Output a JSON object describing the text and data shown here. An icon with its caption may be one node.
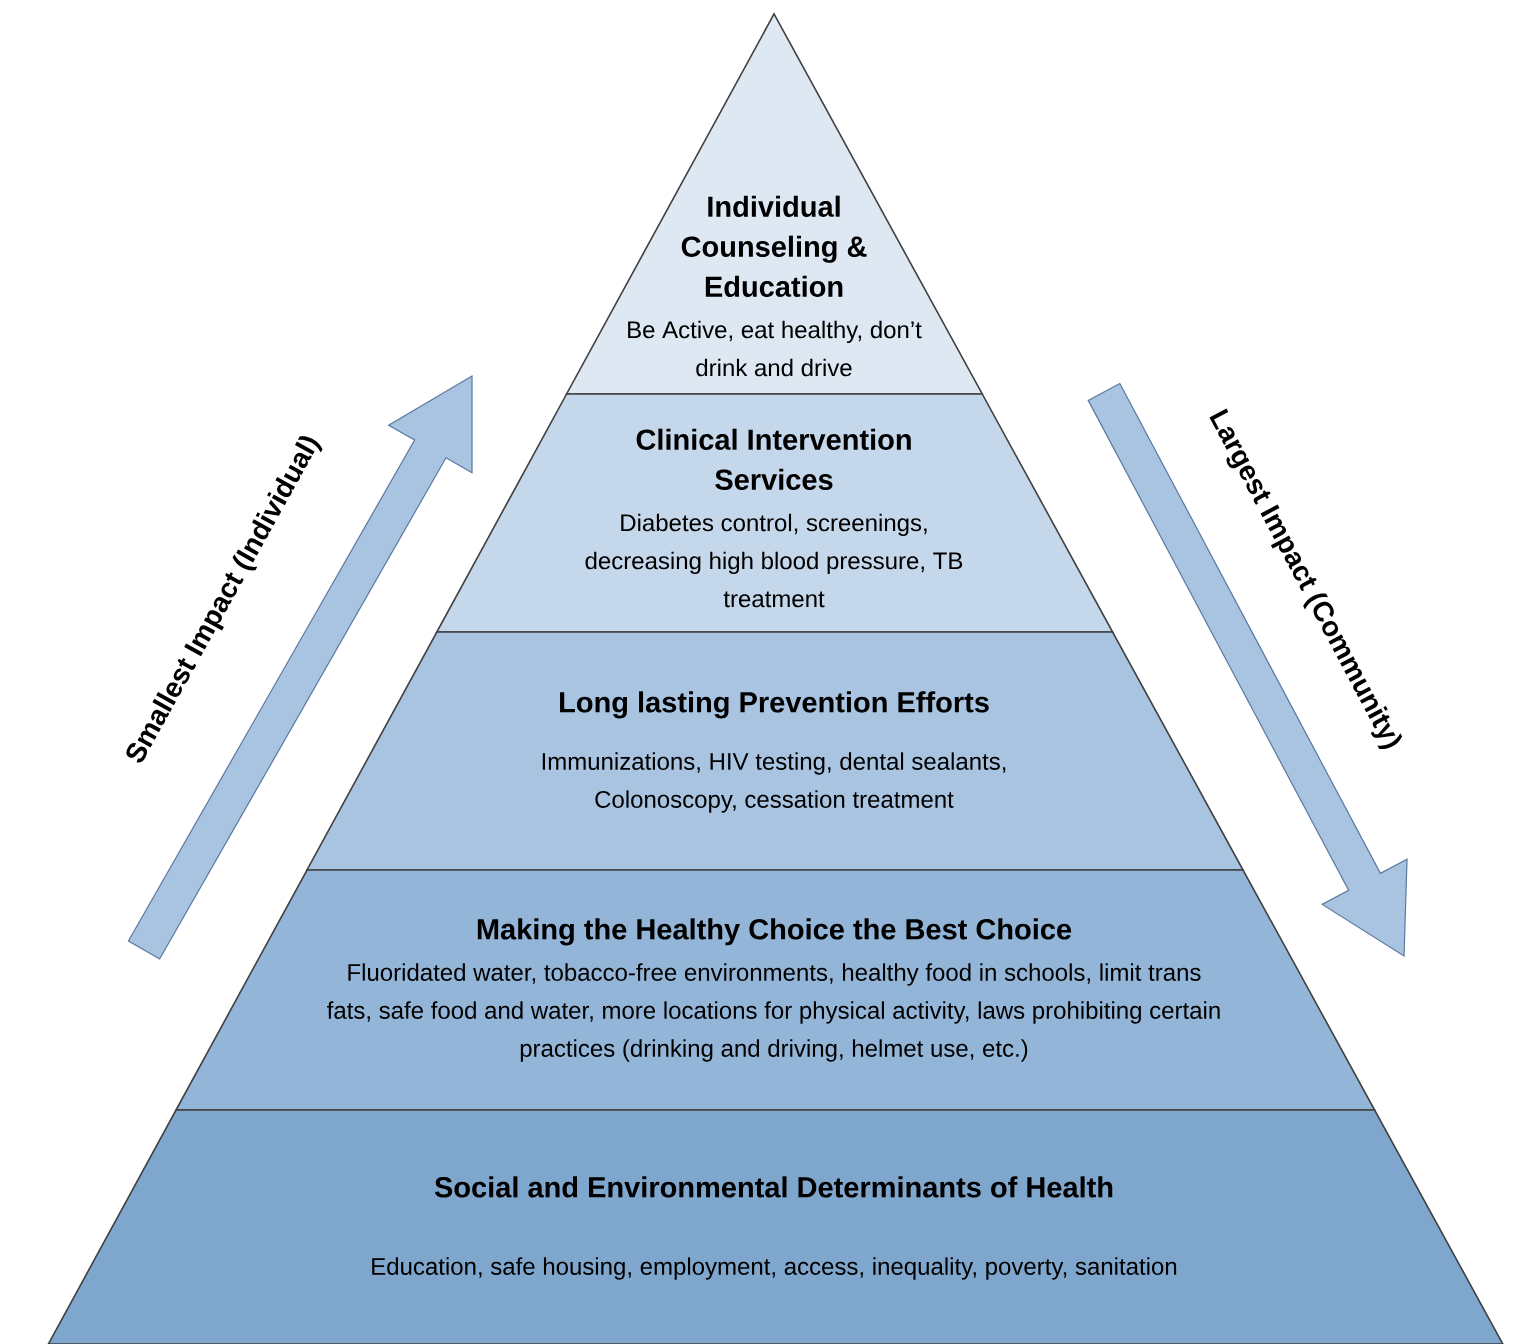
{
  "diagram": {
    "nodes": [
      {
        "text": [
          "Individual Counseling & Education",
          "Be Active, eat healthy, don’t drink and drive"
        ]
      },
      {
        "text": [
          "Clinical Intervention Services",
          "Diabetes control, screenings, decreasing high blood pressure, TB treatment"
        ]
      },
      {
        "text": [
          "Long lasting Prevention Efforts",
          "Immunizations, HIV testing, dental sealants, Colonoscopy, cessation treatment"
        ]
      },
      {
        "text": [
          "Making the Healthy Choice the Best Choice",
          "Fluoridated water, tobacco-free environments, healthy food in schools, limit trans fats, safe food and water, more locations for physical activity, laws prohibiting certain practices (drinking and driving, helmet use, etc.)"
        ]
      },
      {
        "text": [
          "Social and Environmental Determinants of Health",
          "Education, safe housing, employment, access, inequality, poverty, sanitation"
        ]
      }
    ],
    "labels": [
      "Smallest Impact (Individual)",
      "Largest Impact (Community)"
    ]
  }
}
